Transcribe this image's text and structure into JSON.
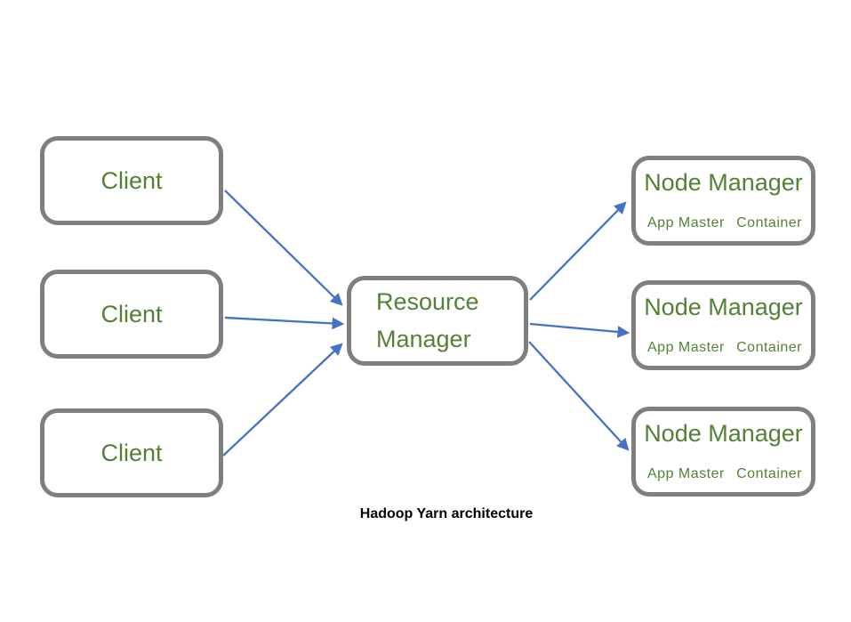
{
  "caption": "Hadoop Yarn architecture",
  "clients": [
    {
      "label": "Client"
    },
    {
      "label": "Client"
    },
    {
      "label": "Client"
    }
  ],
  "resource_manager": {
    "line1": "Resource",
    "line2": "Manager"
  },
  "node_managers": [
    {
      "title": "Node Manager",
      "app_master_label": "App Master",
      "container_label": "Container"
    },
    {
      "title": "Node Manager",
      "app_master_label": "App Master",
      "container_label": "Container"
    },
    {
      "title": "Node Manager",
      "app_master_label": "App Master",
      "container_label": "Container"
    }
  ],
  "colors": {
    "box_border_gray": "#7f7f7f",
    "text_green": "#538135",
    "arrow_blue": "#4472c4",
    "caption_black": "#000000"
  }
}
